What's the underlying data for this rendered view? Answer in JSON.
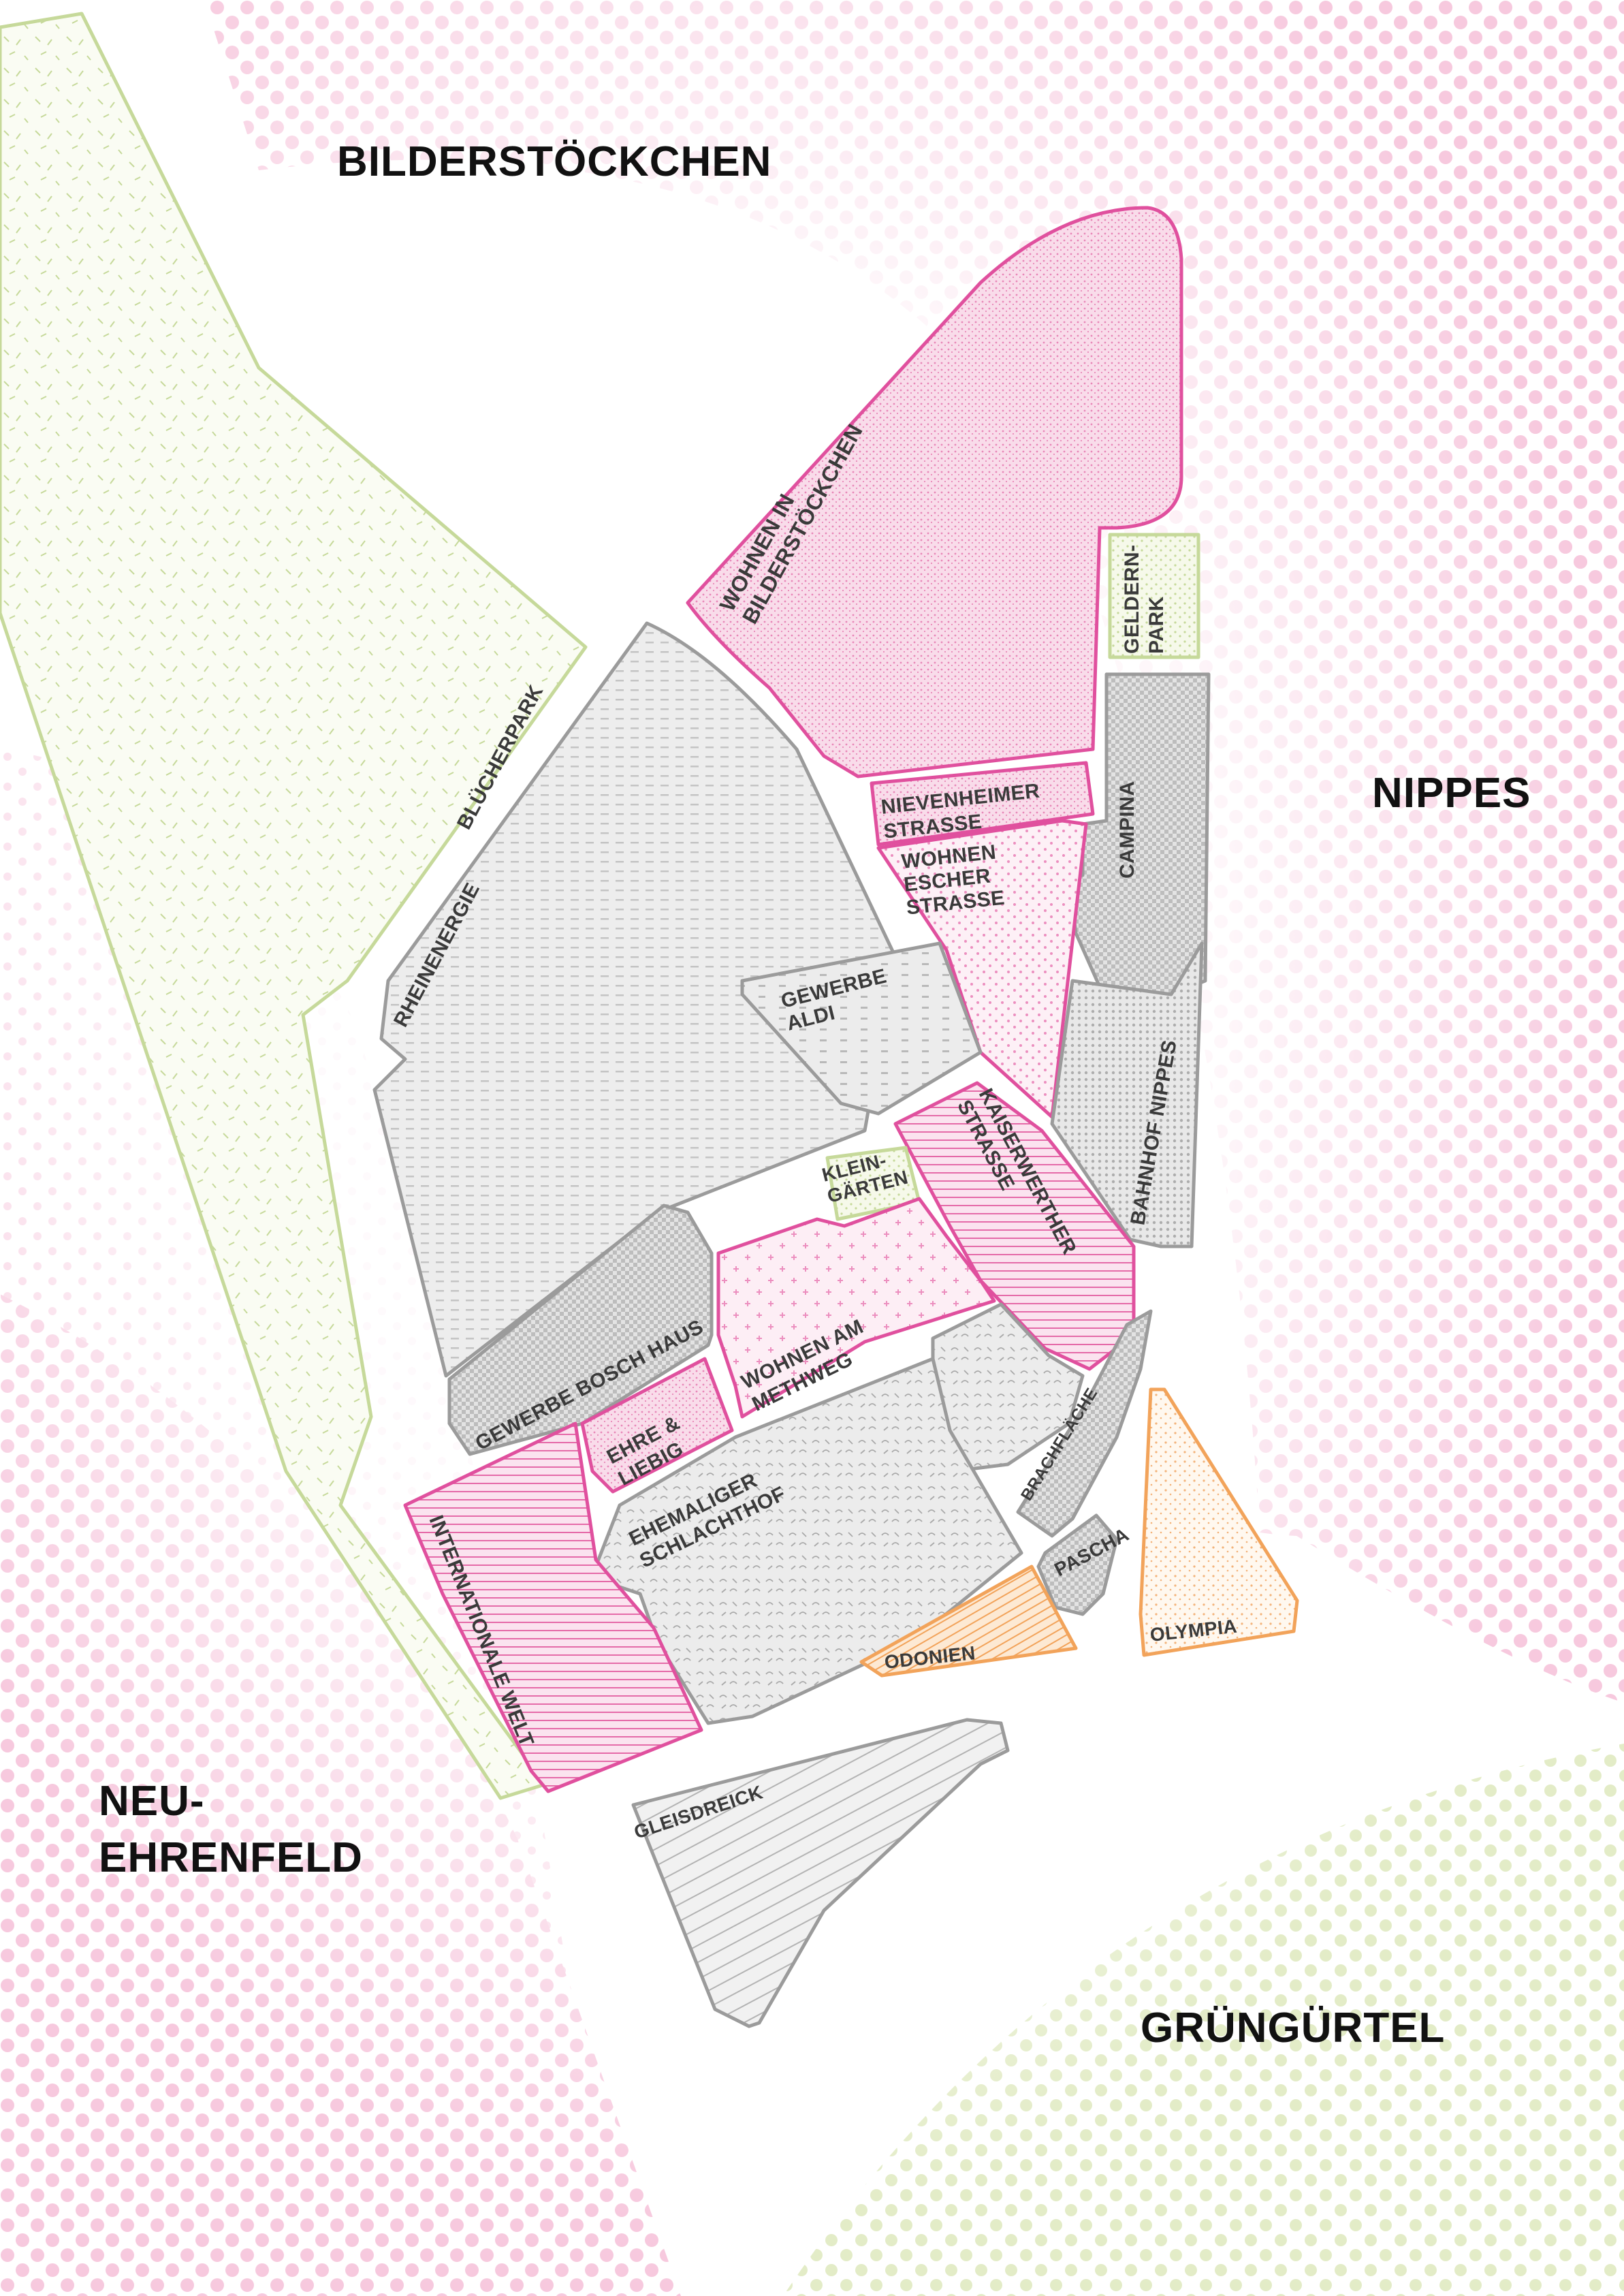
{
  "districts": {
    "north": "BILDERSTÖCKCHEN",
    "east": "NIPPES",
    "west_line1": "NEU-",
    "west_line2": "EHRENFELD",
    "south": "GRÜNGÜRTEL"
  },
  "areas": {
    "wohnen_bilderstoeckchen_1": "WOHNEN IN",
    "wohnen_bilderstoeckchen_2": "BILDERSTÖCKCHEN",
    "geldernpark_1": "GELDERN-",
    "geldernpark_2": "PARK",
    "bluecherpark": "BLÜCHERPARK",
    "rheinenergie": "RHEINENERGIE",
    "nievenheimer_1": "NIEVENHEIMER",
    "nievenheimer_2": "STRASSE",
    "campina": "CAMPINA",
    "wohnen_escher_1": "WOHNEN",
    "wohnen_escher_2": "ESCHER",
    "wohnen_escher_3": "STRASSE",
    "gewerbe_aldi_1": "GEWERBE",
    "gewerbe_aldi_2": "ALDI",
    "bahnhof_nippes": "BAHNHOF NIPPES",
    "kaiserwerther_1": "KAISERWERTHER",
    "kaiserwerther_2": "STRASSE",
    "kleingaerten_1": "KLEIN-",
    "kleingaerten_2": "GÄRTEN",
    "gewerbe_bosch": "GEWERBE BOSCH HAUS",
    "wohnen_methweg_1": "WOHNEN AM",
    "wohnen_methweg_2": "METHWEG",
    "ehre_liebig_1": "EHRE &",
    "ehre_liebig_2": "LIEBIG",
    "brachflaeche": "BRACHFLÄCHE",
    "schlachthof_1": "EHEMALIGER",
    "schlachthof_2": "SCHLACHTHOF",
    "internationale_welt": "INTERNATIONALE WELT",
    "pascha": "PASCHA",
    "olympia": "OLYMPIA",
    "odonien": "ODONIEN",
    "gleisdreick": "GLEISDREICK"
  },
  "colors": {
    "residential_pink": "#e0509e",
    "commercial_grey": "#9b9b9b",
    "park_green": "#c6d99a",
    "culture_orange": "#f2a35a",
    "halftone_pink": "#f7c6dc",
    "halftone_green": "#dde8bd"
  }
}
